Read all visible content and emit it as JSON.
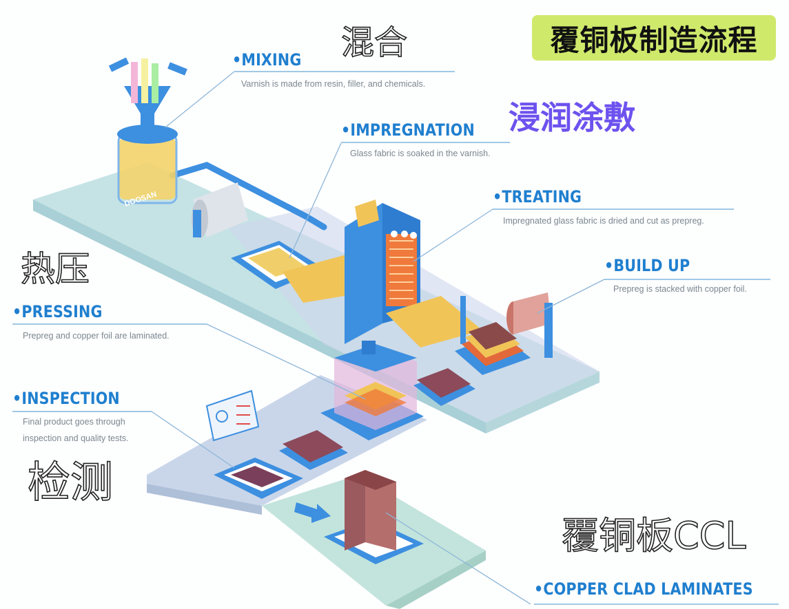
{
  "title_badge": "覆铜板制造流程",
  "colors": {
    "badge": "#cfe96b",
    "step_label": "#1f7fcf",
    "accent_cn": "#6d52ee",
    "platform": "#bfe0e6",
    "machine_blue": "#3d8fe0"
  },
  "steps": [
    {
      "label": "MIXING",
      "cn": "混合",
      "desc": "Varnish is made from resin, filler, and chemicals."
    },
    {
      "label": "IMPREGNATION",
      "cn": "浸润涂敷",
      "desc": "Glass fabric is soaked in the varnish."
    },
    {
      "label": "TREATING",
      "desc": "Impregnated glass fabric is dried and cut as prepreg."
    },
    {
      "label": "BUILD UP",
      "desc": "Prepreg is stacked with copper foil."
    },
    {
      "label": "PRESSING",
      "cn": "热压",
      "desc": "Prepreg and copper foil are laminated."
    },
    {
      "label": "INSPECTION",
      "cn": "检测",
      "desc_lines": [
        "Final product goes through",
        "inspection and quality tests."
      ]
    },
    {
      "label": "COPPER CLAD LAMINATES",
      "cn": "覆铜板CCL"
    }
  ],
  "logo_text": "DOOSAN"
}
